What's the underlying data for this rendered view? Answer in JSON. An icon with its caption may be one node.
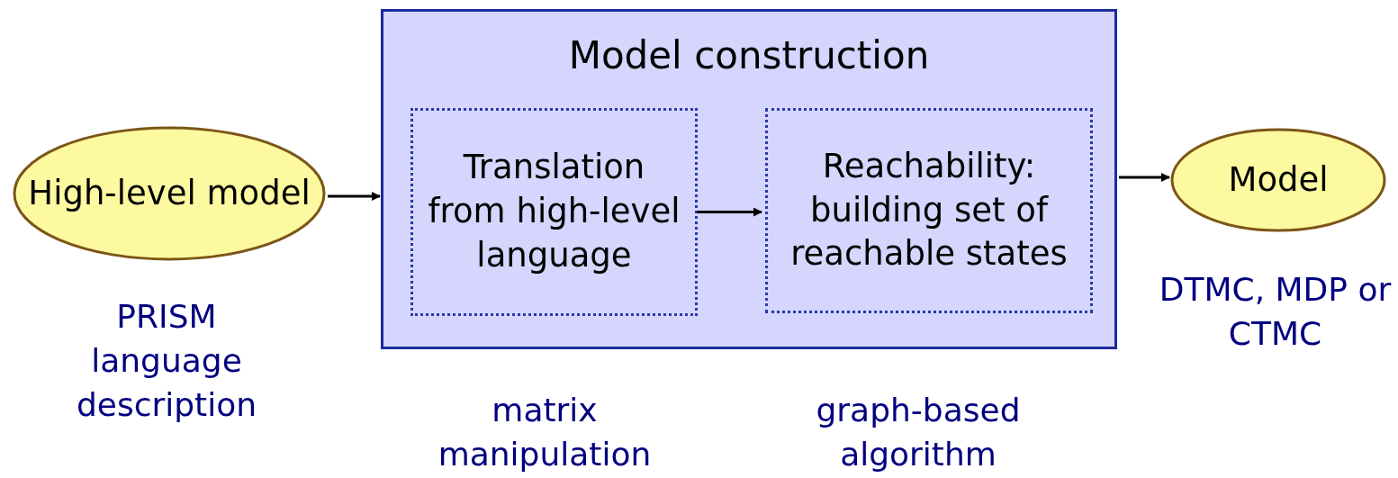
{
  "diagram": {
    "nodes": [
      {
        "text": [
          "High-level model"
        ],
        "beside": [
          "PRISM language description"
        ]
      },
      {
        "text": [
          "Model construction"
        ]
      },
      {
        "text": [
          "Translation from high-level language"
        ],
        "in": 1,
        "beside": [
          "matrix manipulation"
        ]
      },
      {
        "text": [
          "Reachability: building set of reachable states"
        ],
        "in": 1,
        "beside": [
          "graph-based algorithm"
        ]
      },
      {
        "text": [
          "Model"
        ],
        "beside": [
          "DTMC, MDP or CTMC"
        ]
      }
    ],
    "edges": [
      {
        "from": 0,
        "to": 1,
        "arrow": "to"
      },
      {
        "from": 2,
        "to": 3,
        "arrow": "to"
      },
      {
        "from": 1,
        "to": 4,
        "arrow": "to"
      }
    ]
  }
}
